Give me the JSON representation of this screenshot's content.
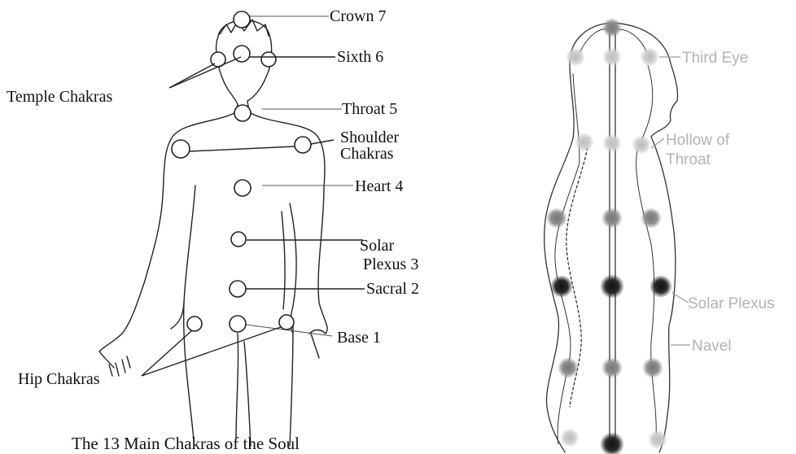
{
  "left_diagram": {
    "labels": {
      "crown": "Crown 7",
      "sixth": "Sixth 6",
      "temple": "Temple Chakras",
      "throat": "Throat 5",
      "shoulder_line1": "Shoulder",
      "shoulder_line2": "Chakras",
      "heart": "Heart 4",
      "solar_line1": "Solar",
      "solar_line2": "Plexus 3",
      "sacral": "Sacral 2",
      "base": "Base 1",
      "hip": "Hip Chakras"
    },
    "caption": "The 13 Main Chakras of the Soul"
  },
  "right_diagram": {
    "labels": {
      "third_eye": "Third Eye",
      "hollow_line1": "Hollow of",
      "hollow_line2": "Throat",
      "solar_plexus": "Solar Plexus",
      "navel": "Navel"
    }
  },
  "colors": {
    "left_ink": "#222222",
    "right_label": "#b3b3b3",
    "center_dark": "#1a1a1a",
    "center_mid": "#8a8a8a",
    "center_light": "#c8c8c8"
  }
}
